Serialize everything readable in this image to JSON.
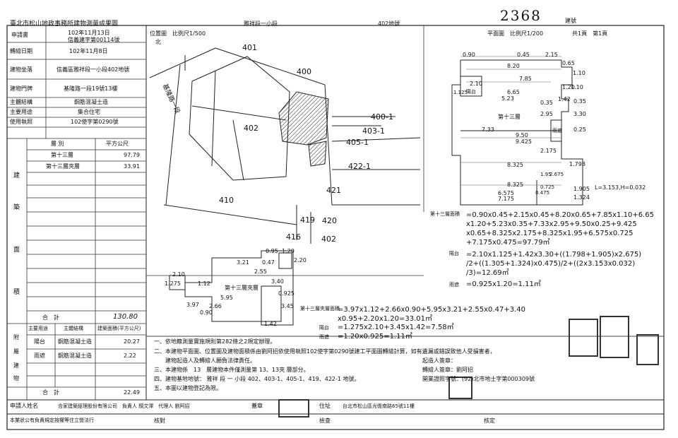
{
  "header": {
    "office": "臺北市松山地政事務所建物測量成果圖",
    "section": "雅祥段一小段",
    "lot": "402地號",
    "number": "2368",
    "number_suffix": "建號"
  },
  "left": {
    "rows": [
      {
        "label": "申請書",
        "value": "102年11月13日\n信義建字第00114號"
      },
      {
        "label": "轉繪日期",
        "value": "102年11月8日"
      },
      {
        "label": "建物坐落",
        "value": "信義區雅祥段一小段402地號"
      },
      {
        "label": "建物門牌",
        "value": "基隆路一段19號13樓"
      },
      {
        "label": "主體結構",
        "value": "鋼筋混凝土造"
      },
      {
        "label": "主要用途",
        "value": "集合住宅"
      },
      {
        "label": "使用執照",
        "value": "102使字第0290號"
      }
    ],
    "build_header": {
      "c1": "建",
      "c2": "層 別",
      "c3": "平方公尺"
    },
    "side_chars": [
      "建",
      "築",
      "面",
      "積"
    ],
    "floors": [
      {
        "name": "第十三層",
        "area": "97.79"
      },
      {
        "name": "第十三層夾層",
        "area": "33.91"
      }
    ],
    "total_label": "合　計",
    "total_value": "130.80",
    "annex_header": {
      "c1": "主要用途",
      "c2": "主體結構",
      "c3": "建築面積(平方公尺)"
    },
    "annex_side": [
      "附",
      "屬",
      "建",
      "物"
    ],
    "annex_rows": [
      {
        "use": "陽台",
        "struct": "鋼筋混凝土造",
        "area": "20.27"
      },
      {
        "use": "雨遮",
        "struct": "鋼筋混凝土造",
        "area": "2.22"
      }
    ],
    "annex_total_label": "合　計",
    "annex_total_value": "22.49"
  },
  "site_plan": {
    "title": "位置圖　比例尺1/500",
    "north": "北",
    "road": "基隆路一段",
    "lots": [
      "401",
      "400",
      "400-1",
      "403-1",
      "405-1",
      "422-1",
      "402",
      "410",
      "421",
      "419",
      "420",
      "416",
      "402"
    ]
  },
  "floor_plan": {
    "title": "平面圖　比例尺1/200",
    "pages": "共1頁　第1頁",
    "floor_label": "第十三層",
    "balcony": "陽台",
    "canopy": "雨遮",
    "dims": [
      "0.90",
      "0.45",
      "2.15",
      "8.20",
      "0.65",
      "7.85",
      "1.10",
      "6.65",
      "2.10",
      "1.125",
      "1.20",
      "1.10",
      "5.23",
      "0.35",
      "1.42",
      "0.35",
      "2.95",
      "3.30",
      "7.33",
      "9.50",
      "0.25",
      "9.425",
      "2.175",
      "1.798",
      "8.325",
      "2.675",
      "1.95",
      "1.905",
      "8.325",
      "0.725",
      "6.575",
      "1.324",
      "7.175",
      "0.475",
      "L=3.153,H=0.032"
    ]
  },
  "mezz_plan": {
    "floor_label": "第十三層夾層",
    "dims": [
      "0.95",
      "3.21",
      "0.47",
      "1.20",
      "2.20",
      "2.55",
      "3.40",
      "2.10",
      "1.275",
      "1.12",
      "5.95",
      "2.66",
      "0.90",
      "3.97",
      "0.925",
      "3.45",
      "1.42"
    ]
  },
  "formulas": {
    "f1_label": "第十三層面積",
    "f1": "=0.90x0.45+2.15x0.45+8.20x0.65+7.85x1.10+6.65\nx1.20+5.23x0.35+7.33x2.95+9.50x0.25+9.425\nx0.65+8.325x2.175+8.325x1.95+6.575x0.725\n+7.175x0.475=97.79㎡",
    "f2_label": "陽台",
    "f2": "=2.10x1.125+1.42x3.30+((1.798+1.905)x2.675)\n/2+((1.305+1.324)x0.475)/2+((2x3.153x0.032)\n/3)=12.69㎡",
    "f3_label": "雨遮",
    "f3": "=0.925x1.20=1.11㎡",
    "f4_label": "第十三層夾層面積",
    "f4": "=3.97x1.12+2.66x0.90+5.95x3.21+2.55x0.47+3.40\nx0.95+2.20x1.20=33.01㎡",
    "f5_label": "陽台",
    "f5": "=1.275x2.10+3.45x1.42=7.58㎡",
    "f6_label": "雨遮",
    "f6": "=1.20x0.925=1.11㎡"
  },
  "notes": [
    "一、依地籍測量實施規則第282條之2規定辦理。",
    "二、本建物平面圖、位置圖及建物面積係由劉阿招依使用執照102使字第0290號建工平面圖轉繪計算，如有遺漏或錯誤致他人受損害者，",
    "　　建物起造人及轉繪人願負法律責任。",
    "三、本建物係　13　層建物本件僅測量第 13、13夾 層部分。",
    "四、建物基地地號： 雅祥 段 一 小段 402、403-1、405-1、419、422-1 地號。",
    "五、本圖以建物登記為限。"
  ],
  "side_fields": {
    "applicant": "起造人簽章：",
    "drafter": "轉繪人簽章：劉阿招",
    "cert": "開業證照字號：(92)北市地士字第000309號"
  },
  "footer": {
    "applicant_label": "申請人姓名",
    "applicant": "合家建築經理股份有限公司　負責人 顏文澤　代理人 劉阿招",
    "seal_label": "蓋章",
    "address_label": "住址",
    "address": "台北市松山區光復南路65號11樓",
    "note": "本業狀公有負責規定按權等住立營法行",
    "check1": "核對",
    "check2": "檢查",
    "check3": "核定"
  }
}
